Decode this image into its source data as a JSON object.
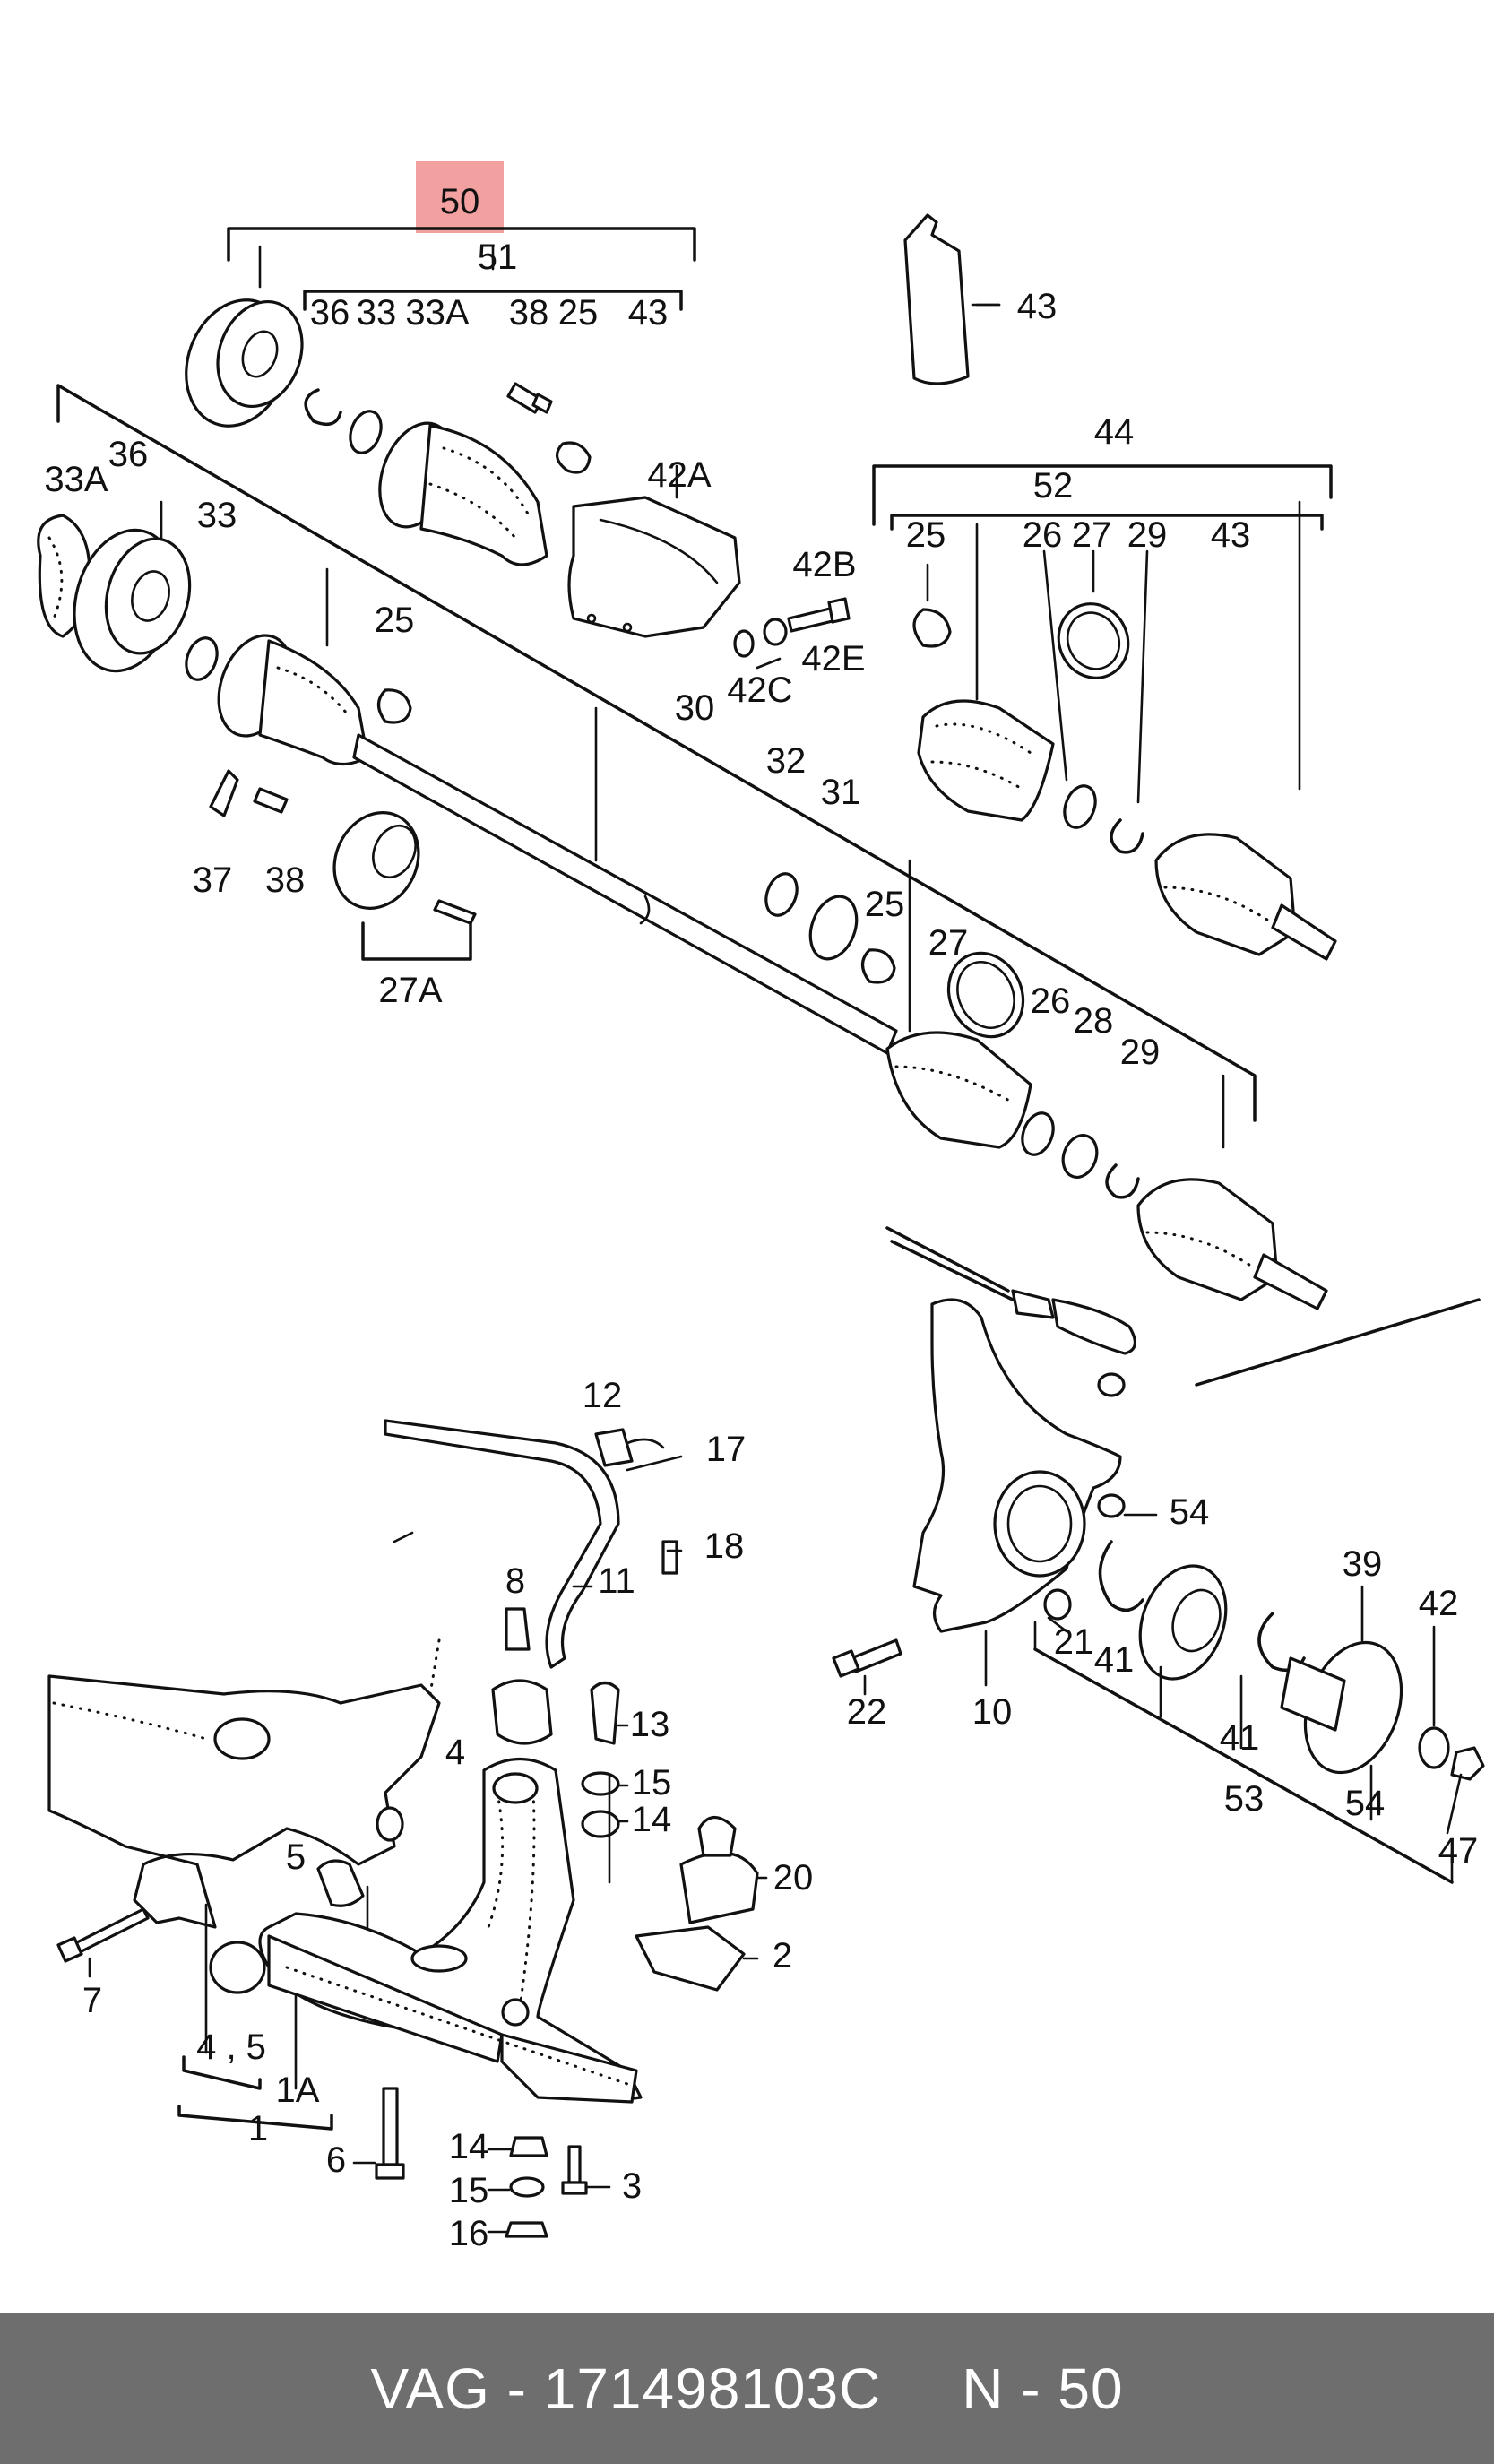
{
  "highlight_color": "#f2a0a0",
  "footer_color": "#6e6e6e",
  "labels": {
    "l50": "50",
    "l51": "51",
    "l36a": "36",
    "l33a": "33",
    "l33Aa": "33A",
    "l38a": "38",
    "l25a": "25",
    "l43a": "43",
    "l43tube": "43",
    "l44": "44",
    "l52": "52",
    "l25b": "25",
    "l26a": "26",
    "l27a": "27",
    "l29a": "29",
    "l43b": "43",
    "l42A": "42A",
    "l42B": "42B",
    "l42C": "42C",
    "l42E": "42E",
    "l30": "30",
    "l33Ab": "33A",
    "l36b": "36",
    "l33b": "33",
    "l25c": "25",
    "l37": "37",
    "l38b": "38",
    "l27A": "27A",
    "l32": "32",
    "l31": "31",
    "l25d": "25",
    "l27b": "27",
    "l26b": "26",
    "l28": "28",
    "l29b": "29",
    "l12": "12",
    "l17": "17",
    "l18": "18",
    "l11": "11",
    "l8": "8",
    "l13": "13",
    "l4a": "4",
    "l15a": "15",
    "l14a": "14",
    "l5": "5",
    "l20": "20",
    "l2": "2",
    "l7": "7",
    "l45": "4 , 5",
    "l1A": "1A",
    "l1": "1",
    "l6": "6",
    "l14b": "14",
    "l15b": "15",
    "l16": "16",
    "l3": "3",
    "l54a": "54",
    "l39": "39",
    "l42": "42",
    "l21": "21",
    "l41a": "41",
    "l41b": "41",
    "l22": "22",
    "l10": "10",
    "l53": "53",
    "l54b": "54",
    "l47": "47"
  },
  "footer": {
    "part_number": "VAG - 171498103C",
    "page_ref": "N - 50"
  }
}
